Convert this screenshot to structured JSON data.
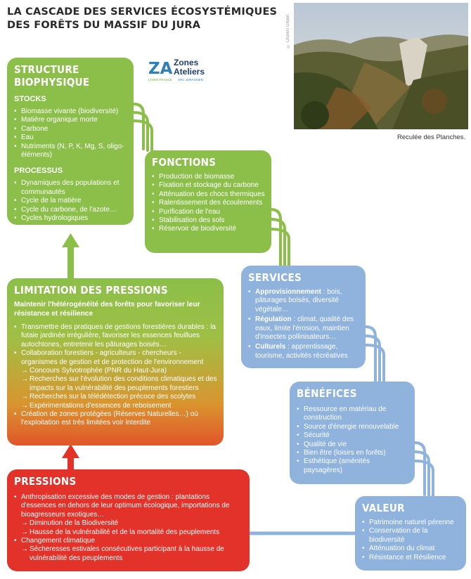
{
  "title": {
    "line1": "LA CASCADE DES SERVICES ÉCOSYSTÉMIQUES",
    "line2": "DES FORÊTS DU MASSIF DU JURA"
  },
  "logo": {
    "mark": "ZA",
    "name1": "Zones",
    "name2": "Ateliers",
    "sub_left": "LTSER FRANCE",
    "sub_right": "ARC JURASSIEN"
  },
  "photo": {
    "credit": "© Charles Gilbert",
    "caption": "Reculée des Planches."
  },
  "colors": {
    "green": "#8bbf4a",
    "blue": "#8fb3dd",
    "red": "#e2322a"
  },
  "structure": {
    "title": "STRUCTURE BIOPHYSIQUE",
    "stocks_title": "STOCKS",
    "stocks": [
      "Biomasse vivante (biodiversité)",
      "Matière organique morte",
      "Carbone",
      "Eau",
      "Nutriments (N, P, K, Mg, S, oligo-éléments)"
    ],
    "processus_title": "PROCESSUS",
    "processus": [
      "Dynamiques des populations et communautés",
      "Cycle de la matière",
      "Cycle du carbone, de l'azote…",
      "Cycles hydrologiques"
    ]
  },
  "fonctions": {
    "title": "FONCTIONS",
    "items": [
      "Production de biomasse",
      "Fixation et stockage du carbone",
      "Atténuation des chocs thermiques",
      "Ralentissement des écoulements",
      "Purification de l'eau",
      "Stabilisation des sols",
      "Réservoir de biodiversité"
    ]
  },
  "services": {
    "title": "SERVICES",
    "items": [
      {
        "key": "Approvisionnement",
        "text": " : bois, pâturages boisés, diversité végétale…"
      },
      {
        "key": "Régulation",
        "text": " : climat, qualité des eaux, limite l'érosion, maintien d'insectes pollinisateurs…"
      },
      {
        "key": "Culturels",
        "text": " : apprentissage, tourisme, activités récréatives"
      }
    ]
  },
  "benefices": {
    "title": "BÉNÉFICES",
    "items": [
      "Ressource en matériau de construction",
      "Source d'énergie renouvelable",
      "Sécurité",
      "Qualité de vie",
      "Bien être (loisirs en forêts)",
      "Esthétique (aménités paysagères)"
    ]
  },
  "valeur": {
    "title": "VALEUR",
    "items": [
      "Patrimoine naturel pérenne",
      "Conservation de la biodiversité",
      "Atténuation du climat",
      "Résistance et Résilience"
    ]
  },
  "limitation": {
    "title": "LIMITATION DES PRESSIONS",
    "subtitle": "Maintenir l'hétérogénéité des forêts pour favoriser leur résistance et résilience",
    "item1": "Transmettre des pratiques de gestions forestières durables : la futaie jardinée irrégulière, favoriser les essences feuillues autochtones, entretenir les pâturages boisés…",
    "item2": "Collaboration forestiers - agriculteurs - chercheurs - organismes de gestion et de protection de l'environnement",
    "sub2": [
      "Concours Sylvotrophée (PNR du Haut-Jura)",
      "Recherches sur l'évolution des conditions climatiques et des impacts sur la vulnérabilité des peuplements forestiers",
      "Recherches sur la télédétection précoce des scolytes",
      "Expérimentations d'essences de reboisement"
    ],
    "item3": "Création de zones protégées (Réserves Naturelles…) où l'exploitation est très limitées voir interdite"
  },
  "pressions": {
    "title": "PRESSIONS",
    "item1": "Anthropisation excessive des modes de gestion : plantations d'essences en dehors de leur optimum écologique, importations de bioagresseurs exotiques…",
    "sub1": [
      "Diminution de la Biodiversité",
      "Hausse de la vulnérabilité et de la mortalité des peuplements"
    ],
    "item2": "Changement climatique",
    "sub2": [
      "Sécheresses estivales consécutives participant à la hausse de vulnérabilité des peuplements"
    ]
  }
}
